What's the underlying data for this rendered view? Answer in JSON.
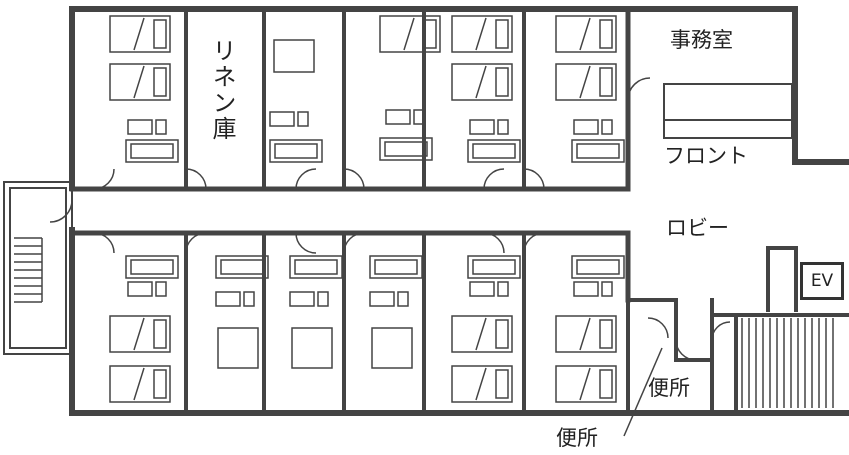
{
  "labels": {
    "office": "事務室",
    "front": "フロント",
    "lobby": "ロビー",
    "linen": "リネン庫",
    "elevator": "EV",
    "toilet_inner": "便所",
    "toilet_outer": "便所"
  }
}
